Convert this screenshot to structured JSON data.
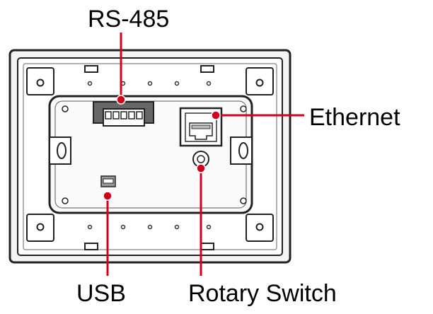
{
  "diagram": {
    "labels": {
      "rs485": "RS-485",
      "ethernet": "Ethernet",
      "usb": "USB",
      "rotary_switch": "Rotary Switch"
    },
    "colors": {
      "leader": "#d0021b",
      "outline": "#222222",
      "panel_fill": "#ffffff",
      "light_grey": "#d9d9d9"
    }
  }
}
